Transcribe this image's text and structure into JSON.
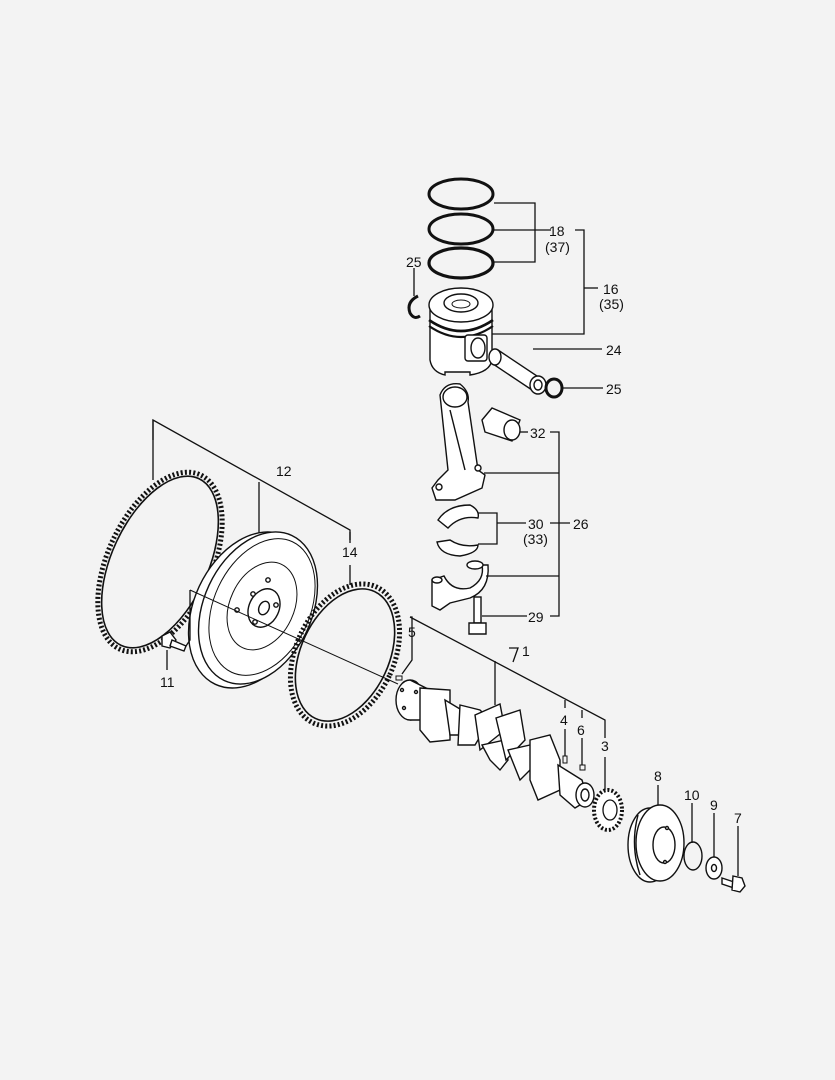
{
  "diagram": {
    "type": "exploded parts diagram",
    "subject": "Engine crankshaft, flywheel and piston/connecting rod assembly",
    "callouts": [
      {
        "id": "c18",
        "number": "18",
        "alt": "(37)",
        "part": "piston ring set"
      },
      {
        "id": "c16",
        "number": "16",
        "alt": "(35)",
        "part": "piston assembly"
      },
      {
        "id": "c25a",
        "number": "25",
        "part": "piston pin snap ring (left)"
      },
      {
        "id": "c24",
        "number": "24",
        "part": "piston pin"
      },
      {
        "id": "c25b",
        "number": "25",
        "part": "piston pin snap ring (right)"
      },
      {
        "id": "c32",
        "number": "32",
        "part": "small end bushing"
      },
      {
        "id": "c30",
        "number": "30",
        "alt": "(33)",
        "part": "connecting rod bearing shells"
      },
      {
        "id": "c26",
        "number": "26",
        "part": "connecting rod assembly"
      },
      {
        "id": "c29",
        "number": "29",
        "part": "connecting rod bolt"
      },
      {
        "id": "c12",
        "number": "12",
        "part": "flywheel assembly"
      },
      {
        "id": "c14",
        "number": "14",
        "part": "ring gear"
      },
      {
        "id": "c11",
        "number": "11",
        "part": "flywheel bolt"
      },
      {
        "id": "c5",
        "number": "5",
        "part": "dowel pin"
      },
      {
        "id": "c1",
        "number": "1",
        "part": "crankshaft assembly"
      },
      {
        "id": "c4",
        "number": "4",
        "part": "key"
      },
      {
        "id": "c6",
        "number": "6",
        "part": "key"
      },
      {
        "id": "c3",
        "number": "3",
        "part": "crankshaft gear"
      },
      {
        "id": "c8",
        "number": "8",
        "part": "crankshaft pulley"
      },
      {
        "id": "c10",
        "number": "10",
        "part": "O-ring"
      },
      {
        "id": "c9",
        "number": "9",
        "part": "washer"
      },
      {
        "id": "c7",
        "number": "7",
        "part": "pulley bolt"
      }
    ]
  }
}
